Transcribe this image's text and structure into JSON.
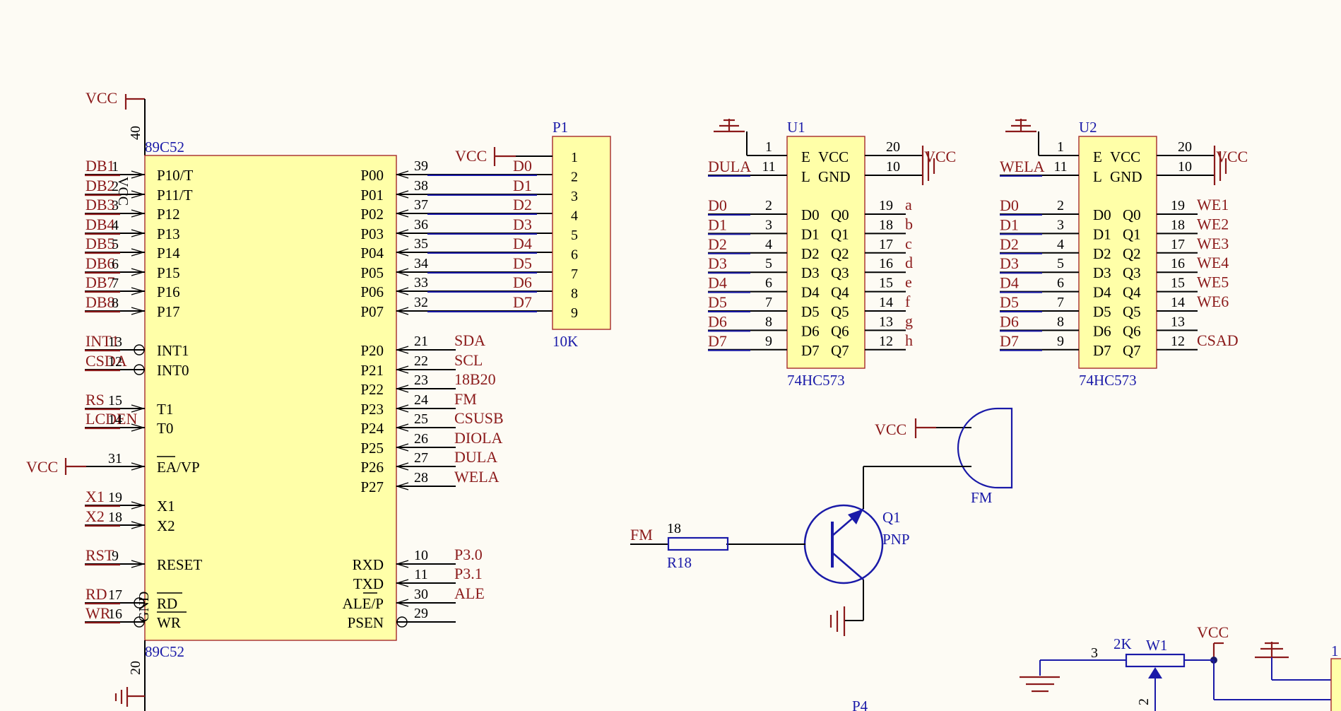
{
  "u_mcu": {
    "ref": "89C52",
    "value": "89C52",
    "vcc_pin": "40",
    "gnd_pin": "20",
    "vcc_name": "VCC",
    "gnd_name": "GND",
    "left_pins": [
      {
        "net": "DB1",
        "num": "1",
        "name": "P10/T"
      },
      {
        "net": "DB2",
        "num": "2",
        "name": "P11/T"
      },
      {
        "net": "DB3",
        "num": "3",
        "name": "P12"
      },
      {
        "net": "DB4",
        "num": "4",
        "name": "P13"
      },
      {
        "net": "DB5",
        "num": "5",
        "name": "P14"
      },
      {
        "net": "DB6",
        "num": "6",
        "name": "P15"
      },
      {
        "net": "DB7",
        "num": "7",
        "name": "P16"
      },
      {
        "net": "DB8",
        "num": "8",
        "name": "P17"
      },
      {
        "net": "INT1",
        "num": "13",
        "name": "INT1"
      },
      {
        "net": "CSDA",
        "num": "12",
        "name": "INT0"
      },
      {
        "net": "RS",
        "num": "15",
        "name": "T1"
      },
      {
        "net": "LCDEN",
        "num": "14",
        "name": "T0"
      },
      {
        "net": "VCC",
        "num": "31",
        "name": "EA/VP"
      },
      {
        "net": "X1",
        "num": "19",
        "name": "X1"
      },
      {
        "net": "X2",
        "num": "18",
        "name": "X2"
      },
      {
        "net": "RST",
        "num": "9",
        "name": "RESET"
      },
      {
        "net": "RD",
        "num": "17",
        "name": "RD"
      },
      {
        "net": "WR",
        "num": "16",
        "name": "WR"
      }
    ],
    "right_pins": [
      {
        "name": "P00",
        "num": "39",
        "net": "D0"
      },
      {
        "name": "P01",
        "num": "38",
        "net": "D1"
      },
      {
        "name": "P02",
        "num": "37",
        "net": "D2"
      },
      {
        "name": "P03",
        "num": "36",
        "net": "D3"
      },
      {
        "name": "P04",
        "num": "35",
        "net": "D4"
      },
      {
        "name": "P05",
        "num": "34",
        "net": "D5"
      },
      {
        "name": "P06",
        "num": "33",
        "net": "D6"
      },
      {
        "name": "P07",
        "num": "32",
        "net": "D7"
      },
      {
        "name": "P20",
        "num": "21",
        "net": "SDA"
      },
      {
        "name": "P21",
        "num": "22",
        "net": "SCL"
      },
      {
        "name": "P22",
        "num": "23",
        "net": "18B20"
      },
      {
        "name": "P23",
        "num": "24",
        "net": "FM"
      },
      {
        "name": "P24",
        "num": "25",
        "net": "CSUSB"
      },
      {
        "name": "P25",
        "num": "26",
        "net": "DIOLA"
      },
      {
        "name": "P26",
        "num": "27",
        "net": "DULA"
      },
      {
        "name": "P27",
        "num": "28",
        "net": "WELA"
      },
      {
        "name": "RXD",
        "num": "10",
        "net": "P3.0"
      },
      {
        "name": "TXD",
        "num": "11",
        "net": "P3.1"
      },
      {
        "name": "ALE/P",
        "num": "30",
        "net": "ALE"
      },
      {
        "name": "PSEN",
        "num": "29",
        "net": ""
      }
    ]
  },
  "p1": {
    "ref": "P1",
    "value": "10K",
    "vcc": "VCC",
    "pins": [
      "1",
      "2",
      "3",
      "4",
      "5",
      "6",
      "7",
      "8",
      "9"
    ]
  },
  "u1": {
    "ref": "U1",
    "value": "74HC573",
    "le_net": "DULA",
    "top_left": [
      {
        "num": "1",
        "name": "E"
      },
      {
        "num": "11",
        "name": "L"
      }
    ],
    "top_right": [
      {
        "num": "20",
        "name": "VCC"
      },
      {
        "num": "10",
        "name": "GND"
      }
    ],
    "vcc": "VCC",
    "d_nets": [
      "D0",
      "D1",
      "D2",
      "D3",
      "D4",
      "D5",
      "D6",
      "D7"
    ],
    "d_nums": [
      "2",
      "3",
      "4",
      "5",
      "6",
      "7",
      "8",
      "9"
    ],
    "d_names": [
      "D0",
      "D1",
      "D2",
      "D3",
      "D4",
      "D5",
      "D6",
      "D7"
    ],
    "q_names": [
      "Q0",
      "Q1",
      "Q2",
      "Q3",
      "Q4",
      "Q5",
      "Q6",
      "Q7"
    ],
    "q_nums": [
      "19",
      "18",
      "17",
      "16",
      "15",
      "14",
      "13",
      "12"
    ],
    "q_nets": [
      "a",
      "b",
      "c",
      "d",
      "e",
      "f",
      "g",
      "h"
    ]
  },
  "u2": {
    "ref": "U2",
    "value": "74HC573",
    "le_net": "WELA",
    "top_left": [
      {
        "num": "1",
        "name": "E"
      },
      {
        "num": "11",
        "name": "L"
      }
    ],
    "top_right": [
      {
        "num": "20",
        "name": "VCC"
      },
      {
        "num": "10",
        "name": "GND"
      }
    ],
    "vcc": "VCC",
    "d_nets": [
      "D0",
      "D1",
      "D2",
      "D3",
      "D4",
      "D5",
      "D6",
      "D7"
    ],
    "d_nums": [
      "2",
      "3",
      "4",
      "5",
      "6",
      "7",
      "8",
      "9"
    ],
    "d_names": [
      "D0",
      "D1",
      "D2",
      "D3",
      "D4",
      "D5",
      "D6",
      "D7"
    ],
    "q_names": [
      "Q0",
      "Q1",
      "Q2",
      "Q3",
      "Q4",
      "Q5",
      "Q6",
      "Q7"
    ],
    "q_nums": [
      "19",
      "18",
      "17",
      "16",
      "15",
      "14",
      "13",
      "12"
    ],
    "q_nets": [
      "WE1",
      "WE2",
      "WE3",
      "WE4",
      "WE5",
      "WE6",
      "",
      "CSAD"
    ]
  },
  "buzzer": {
    "label": "FM",
    "vcc": "VCC"
  },
  "q1": {
    "ref": "Q1",
    "type": "PNP"
  },
  "r18": {
    "ref": "R18",
    "num": "18",
    "net": "FM"
  },
  "w1": {
    "ref": "W1",
    "value": "2K",
    "pin3": "3",
    "pin2": "2",
    "vcc": "VCC"
  },
  "p4": {
    "ref": "P4"
  },
  "edge_num": "1"
}
